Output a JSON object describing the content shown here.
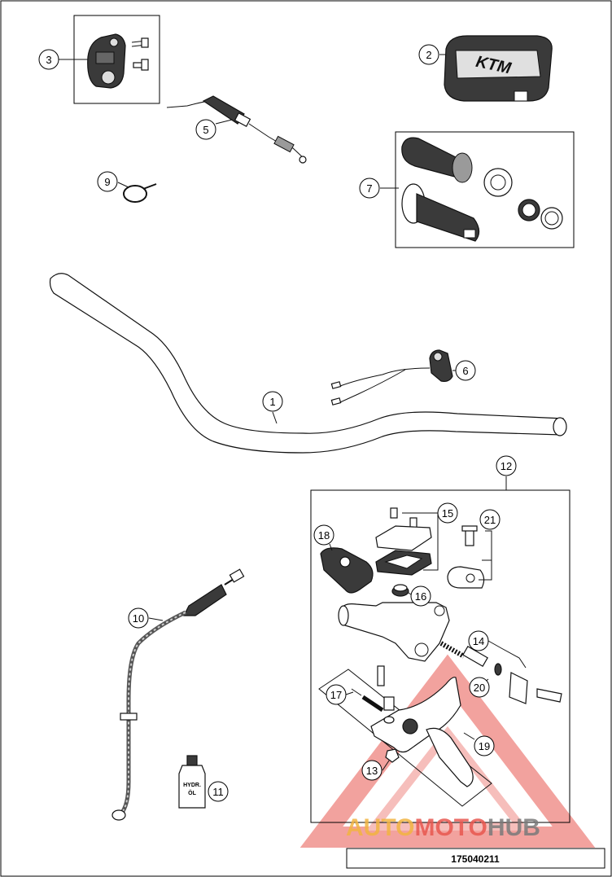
{
  "callouts": [
    {
      "id": "c1",
      "label": "1"
    },
    {
      "id": "c2",
      "label": "2"
    },
    {
      "id": "c3",
      "label": "3"
    },
    {
      "id": "c5",
      "label": "5"
    },
    {
      "id": "c6",
      "label": "6"
    },
    {
      "id": "c7",
      "label": "7"
    },
    {
      "id": "c9",
      "label": "9"
    },
    {
      "id": "c10",
      "label": "10"
    },
    {
      "id": "c11",
      "label": "11"
    },
    {
      "id": "c12",
      "label": "12"
    },
    {
      "id": "c13",
      "label": "13"
    },
    {
      "id": "c14",
      "label": "14"
    },
    {
      "id": "c15",
      "label": "15"
    },
    {
      "id": "c16",
      "label": "16"
    },
    {
      "id": "c17",
      "label": "17"
    },
    {
      "id": "c18",
      "label": "18"
    },
    {
      "id": "c19",
      "label": "19"
    },
    {
      "id": "c20",
      "label": "20"
    },
    {
      "id": "c21",
      "label": "21"
    }
  ],
  "handlebar_pad_logo": "KTM",
  "oil_bottle_label": [
    "HYDR.",
    "ÖL"
  ],
  "reference_number": "175040211",
  "watermark": {
    "part1": "AUTO",
    "part2": "MOTO",
    "part3": "HUB",
    "color1": "#f2b441",
    "color2": "#e8574f",
    "color3": "#7a7a7a"
  }
}
